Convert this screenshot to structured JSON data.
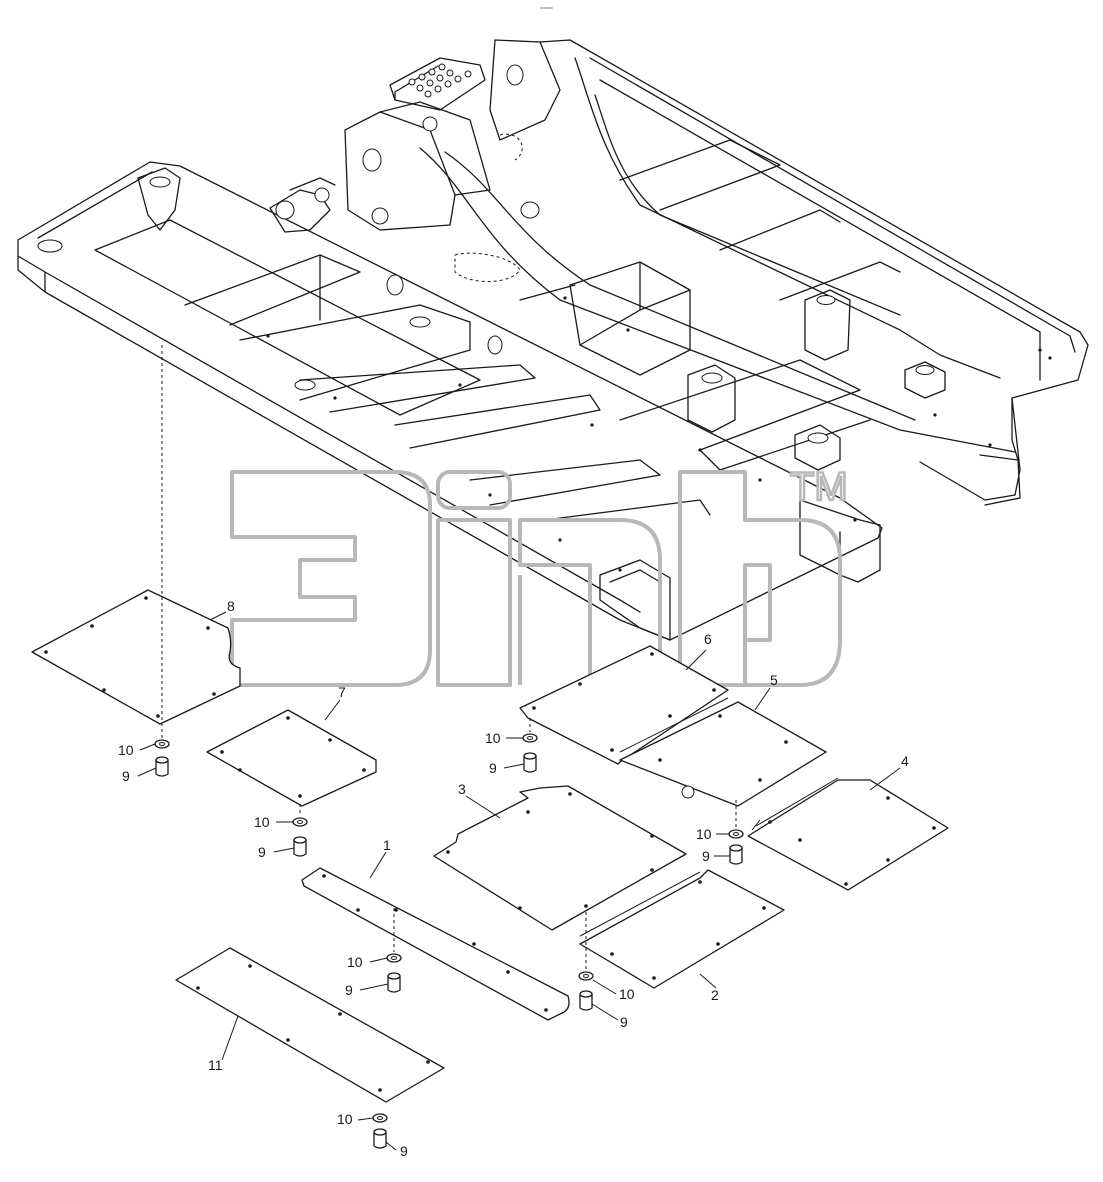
{
  "header_mark": "═══",
  "watermark": {
    "tm": "TM"
  },
  "callouts": {
    "c1": "1",
    "c2": "2",
    "c3": "3",
    "c4": "4",
    "c5": "5",
    "c6": "6",
    "c7": "7",
    "c8": "8",
    "c9a": "9",
    "c9b": "9",
    "c9c": "9",
    "c9d": "9",
    "c9e": "9",
    "c9f": "9",
    "c9g": "9",
    "c10a": "10",
    "c10b": "10",
    "c10c": "10",
    "c10d": "10",
    "c10e": "10",
    "c10f": "10",
    "c10g": "10",
    "c11": "11"
  }
}
